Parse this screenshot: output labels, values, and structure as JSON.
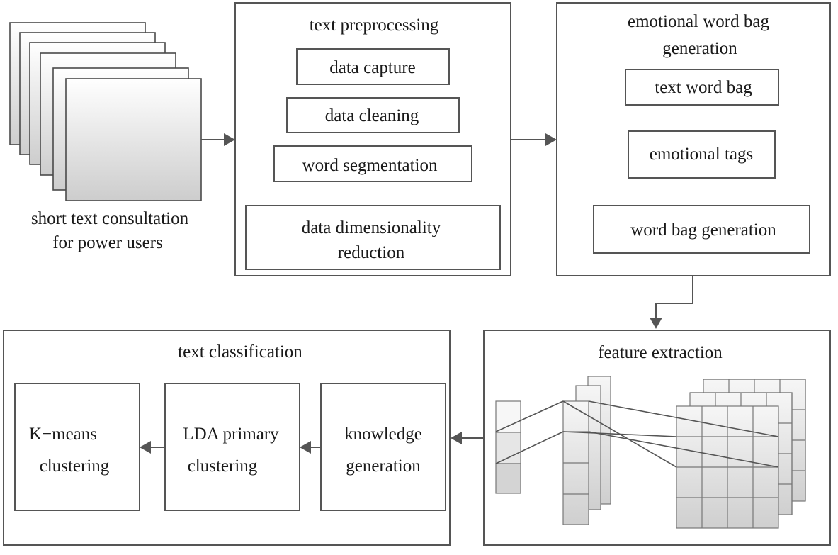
{
  "source": {
    "line1": "short text consultation",
    "line2": "for power users"
  },
  "preprocessing": {
    "title": "text preprocessing",
    "steps": [
      "data capture",
      "data cleaning",
      "word segmentation"
    ],
    "reduction_line1": "data dimensionality",
    "reduction_line2": "reduction"
  },
  "wordbag": {
    "title_line1": "emotional word bag",
    "title_line2": "generation",
    "steps": [
      "text word bag",
      "emotional tags",
      "word bag generation"
    ]
  },
  "feature": {
    "title": "feature extraction"
  },
  "classification": {
    "title": "text classification",
    "knowledge_line1": "knowledge",
    "knowledge_line2": "generation",
    "lda_line1": "LDA primary",
    "lda_line2": "clustering",
    "kmeans_line1": "K−means",
    "kmeans_line2": "clustering"
  },
  "colors": {
    "border": "#555555",
    "cell_light": "#f4f4f4",
    "cell_dark": "#cfcfcf"
  }
}
